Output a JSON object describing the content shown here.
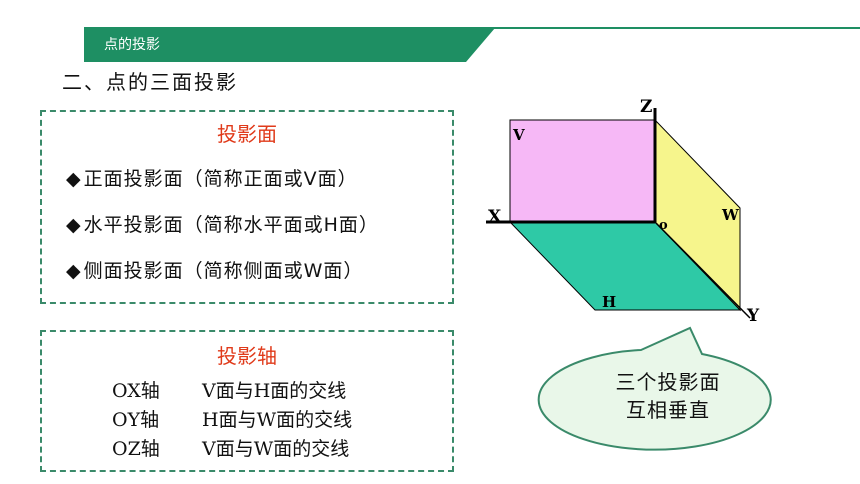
{
  "header": {
    "title": "点的投影",
    "color": "#1e8f63"
  },
  "section_title": "二、点的三面投影",
  "planes_box": {
    "heading": "投影面",
    "items": [
      "正面投影面（简称正面或V面）",
      "水平投影面（简称水平面或H面）",
      "侧面投影面（简称侧面或W面）"
    ]
  },
  "axes_box": {
    "heading": "投影轴",
    "rows": [
      {
        "axis": "OX轴",
        "desc": "V面与H面的交线"
      },
      {
        "axis": "OY轴",
        "desc": "H面与W面的交线"
      },
      {
        "axis": "OZ轴",
        "desc": "V面与W面的交线"
      }
    ]
  },
  "diagram": {
    "labels": {
      "z": "Z",
      "v": "V",
      "x": "X",
      "o": "o",
      "w": "W",
      "h": "H",
      "y": "Y"
    },
    "colors": {
      "v_plane": "#f6b8f6",
      "h_plane": "#2ec9a6",
      "w_plane": "#f6f58c",
      "edge": "#000000"
    }
  },
  "callout": {
    "line1": "三个投影面",
    "line2": "互相垂直"
  }
}
